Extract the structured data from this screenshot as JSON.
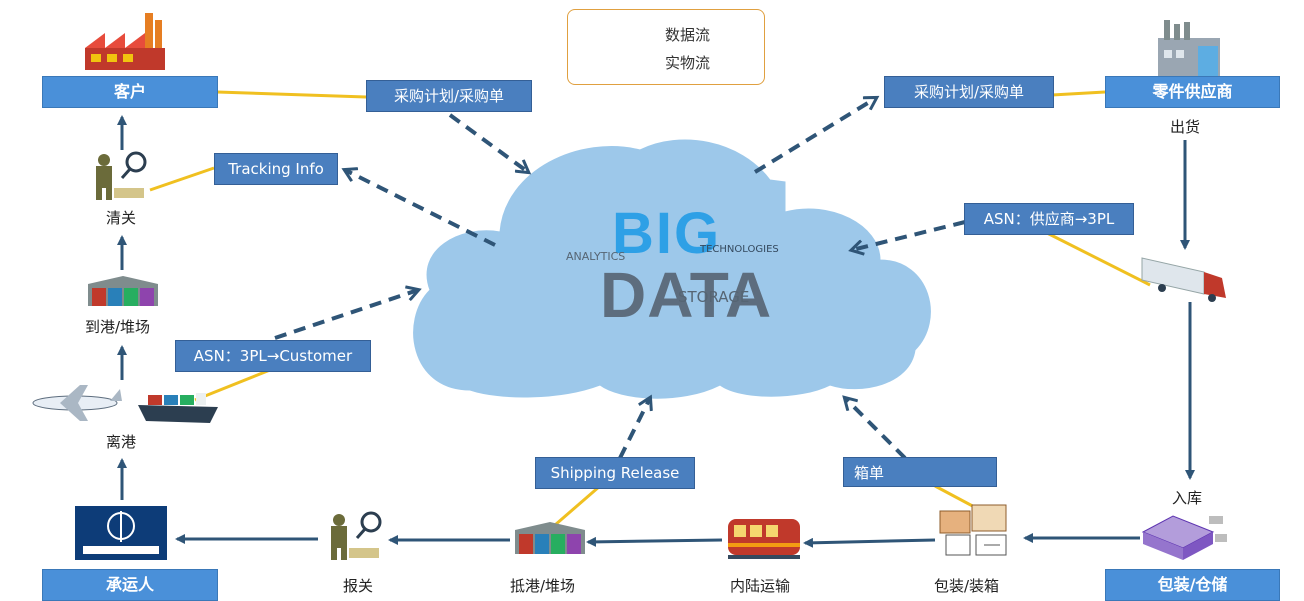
{
  "legend": {
    "data_flow": "数据流",
    "physical_flow": "实物流"
  },
  "nodes": {
    "customer": "客户",
    "supplier": "零件供应商",
    "carrier": "承运人",
    "packaging": "包装/仓储"
  },
  "steps": {
    "customs_clearance": "清关",
    "arrival_yard": "到港/堆场",
    "departure": "离港",
    "customs_declaration": "报关",
    "port_yard": "抵港/堆场",
    "inland_transport": "内陆运输",
    "packing": "包装/装箱",
    "ship_out": "出货",
    "warehouse_in": "入库"
  },
  "labels": {
    "purchase_left": "采购计划/采购单",
    "purchase_right": "采购计划/采购单",
    "tracking": "Tracking Info",
    "asn_customer": "ASN：3PL→Customer",
    "asn_supplier": "ASN：供应商→3PL",
    "shipping_release": "Shipping Release",
    "packing_list": "箱单"
  },
  "cloud": {
    "big": "BIG",
    "data": "DATA",
    "words": [
      "ANALYTICS",
      "STORAGE",
      "TECHNOLOGIES"
    ]
  },
  "colors": {
    "node_fill": "#4a90d9",
    "label_fill": "#4a7fbf",
    "cloud_fill": "#9dc8ea",
    "arrow": "#2f5577",
    "connector": "#f0c020",
    "legend_border": "#e0a040"
  }
}
